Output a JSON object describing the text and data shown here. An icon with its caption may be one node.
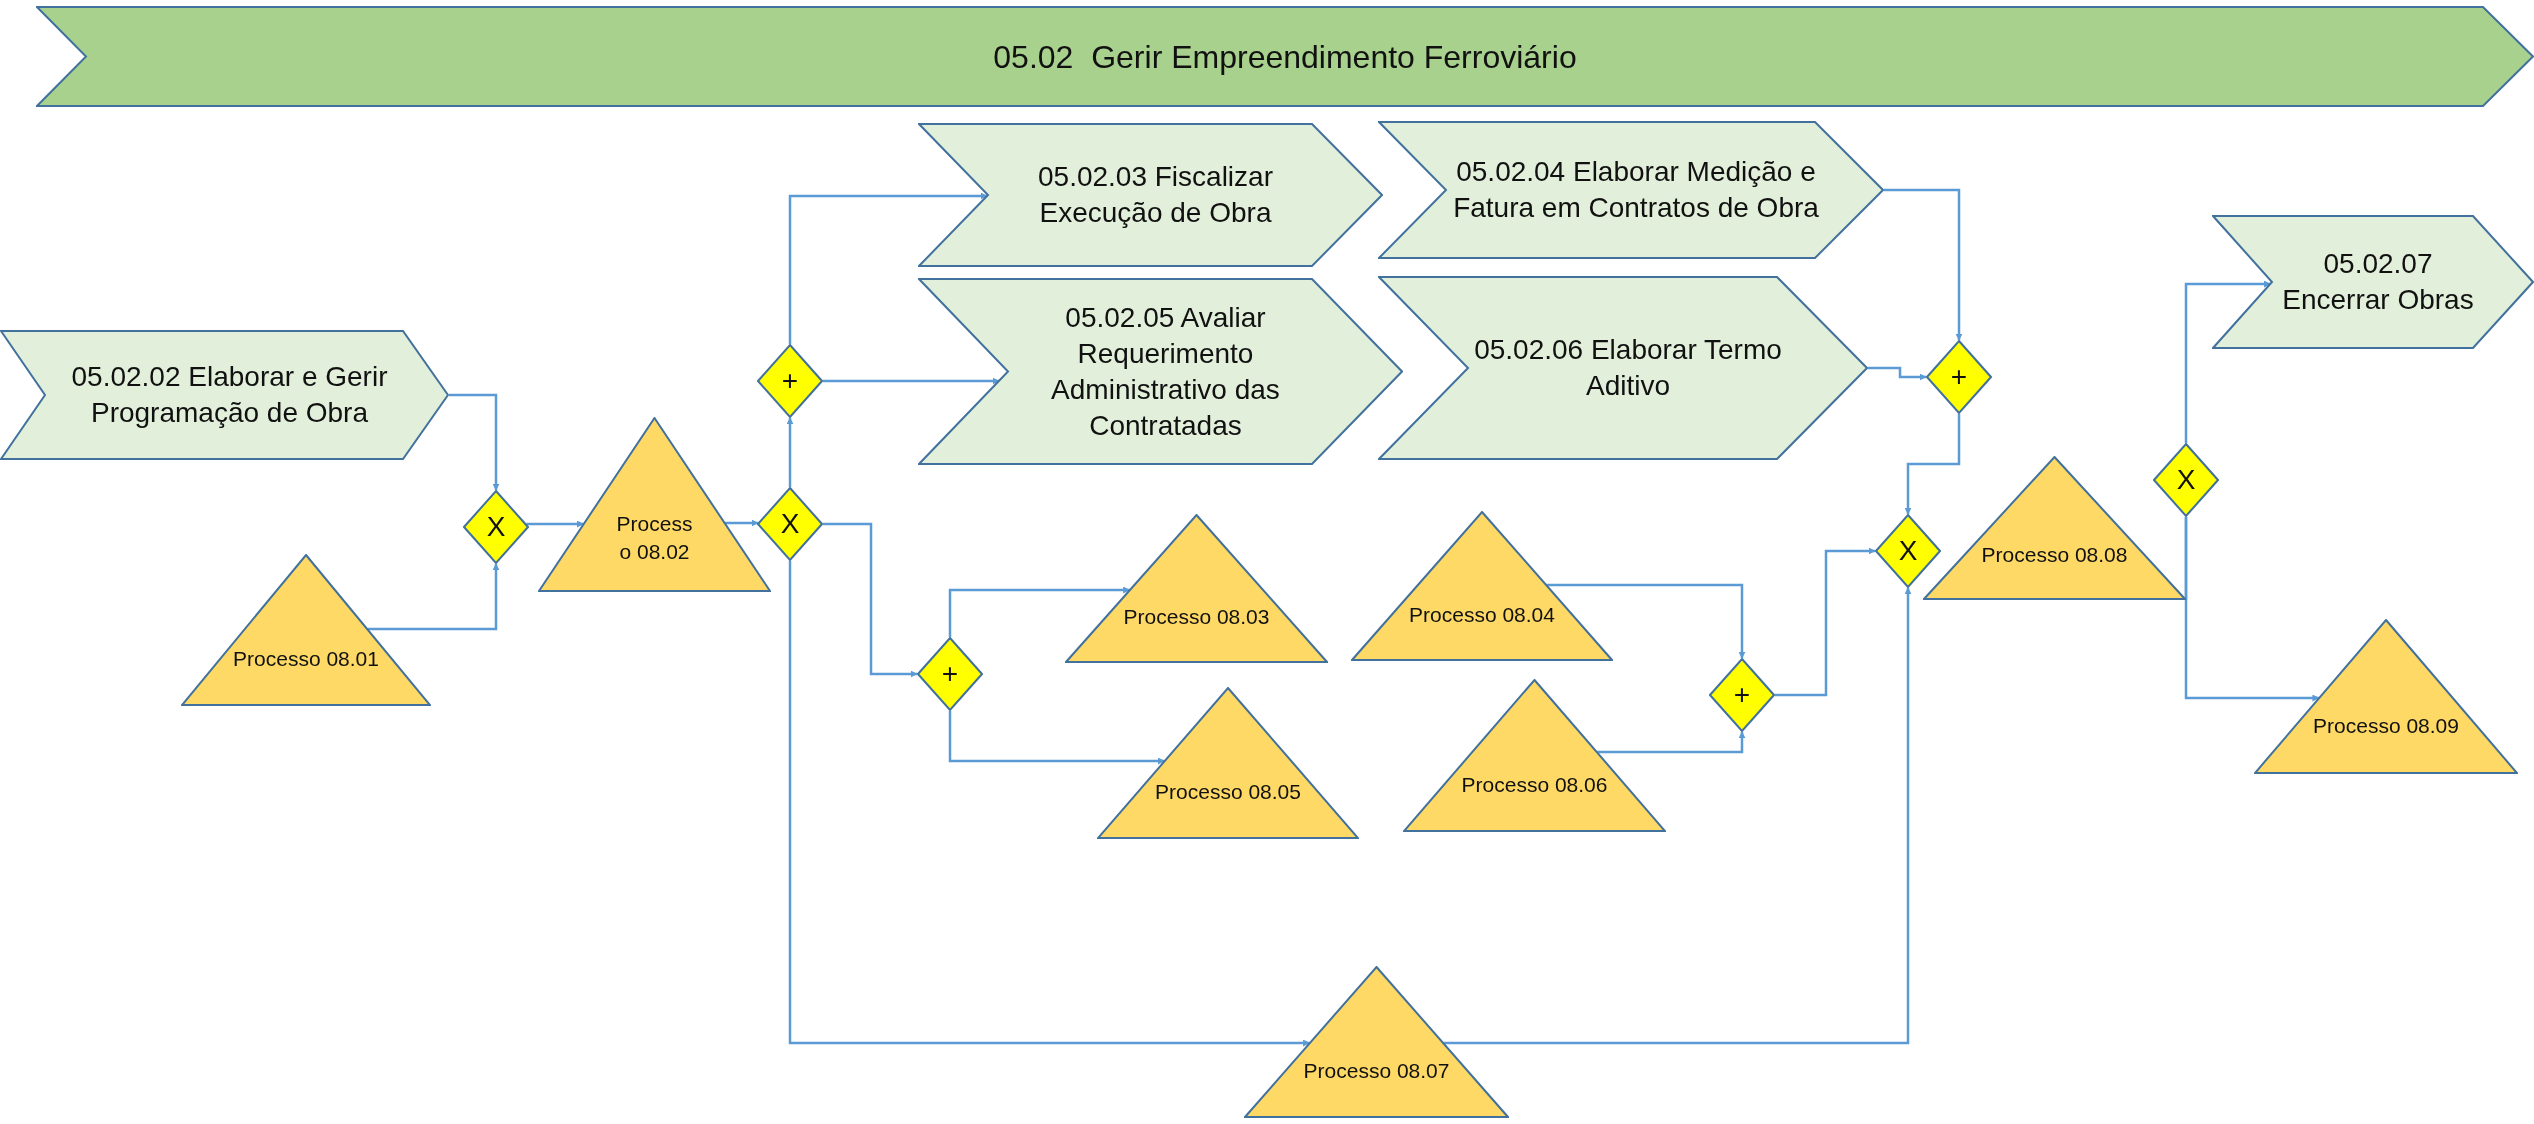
{
  "diagram": {
    "nodes": [
      {
        "text": [
          "05.02  Gerir Empreendimento Ferroviário"
        ]
      },
      {
        "text": [
          "05.02.02 Elaborar e Gerir Programação de Obra"
        ]
      },
      {
        "text": [
          "X"
        ]
      },
      {
        "text": [
          "Processo 08.01"
        ]
      },
      {
        "text": [
          "Process o 08.02"
        ]
      },
      {
        "text": [
          "X"
        ]
      },
      {
        "text": [
          "+"
        ]
      },
      {
        "text": [
          "05.02.03 Fiscalizar Execução de Obra"
        ]
      },
      {
        "text": [
          "05.02.05 Avaliar Requerimento Administrativo das Contratadas"
        ]
      },
      {
        "text": [
          "05.02.04 Elaborar Medição e Fatura em Contratos de Obra"
        ]
      },
      {
        "text": [
          "05.02.06 Elaborar Termo Aditivo"
        ]
      },
      {
        "text": [
          "+"
        ]
      },
      {
        "text": [
          "+"
        ]
      },
      {
        "text": [
          "Processo 08.03"
        ]
      },
      {
        "text": [
          "Processo 08.05"
        ]
      },
      {
        "text": [
          "Processo 08.04"
        ]
      },
      {
        "text": [
          "Processo 08.06"
        ]
      },
      {
        "text": [
          "+"
        ]
      },
      {
        "text": [
          "X"
        ]
      },
      {
        "text": [
          "Processo 08.08"
        ]
      },
      {
        "text": [
          "X"
        ]
      },
      {
        "text": [
          "05.02.07 Encerrar Obras"
        ]
      },
      {
        "text": [
          "Processo 08.09"
        ]
      },
      {
        "text": [
          "Processo 08.07"
        ]
      }
    ],
    "edges": [
      {
        "from": 1,
        "to": 2,
        "arrow": "to"
      },
      {
        "from": 3,
        "to": 2,
        "arrow": "to"
      },
      {
        "from": 2,
        "to": 4,
        "arrow": "to"
      },
      {
        "from": 4,
        "to": 5,
        "arrow": "to"
      },
      {
        "from": 5,
        "to": 6,
        "arrow": "to"
      },
      {
        "from": 6,
        "to": 7,
        "arrow": "to"
      },
      {
        "from": 6,
        "to": 8,
        "arrow": "to"
      },
      {
        "from": 5,
        "to": 12,
        "arrow": "to"
      },
      {
        "from": 12,
        "to": 13,
        "arrow": "to"
      },
      {
        "from": 12,
        "to": 14,
        "arrow": "to"
      },
      {
        "from": 5,
        "to": 23,
        "arrow": "to"
      },
      {
        "from": 9,
        "to": 11,
        "arrow": "to"
      },
      {
        "from": 10,
        "to": 11,
        "arrow": "to"
      },
      {
        "from": 11,
        "to": 18,
        "arrow": "to"
      },
      {
        "from": 15,
        "to": 17,
        "arrow": "to"
      },
      {
        "from": 16,
        "to": 17,
        "arrow": "to"
      },
      {
        "from": 17,
        "to": 18,
        "arrow": "to"
      },
      {
        "from": 23,
        "to": 18,
        "arrow": "to"
      },
      {
        "from": 19,
        "to": 20,
        "arrow": "none"
      },
      {
        "from": 20,
        "to": 21,
        "arrow": "to"
      },
      {
        "from": 20,
        "to": 22,
        "arrow": "to"
      }
    ]
  }
}
